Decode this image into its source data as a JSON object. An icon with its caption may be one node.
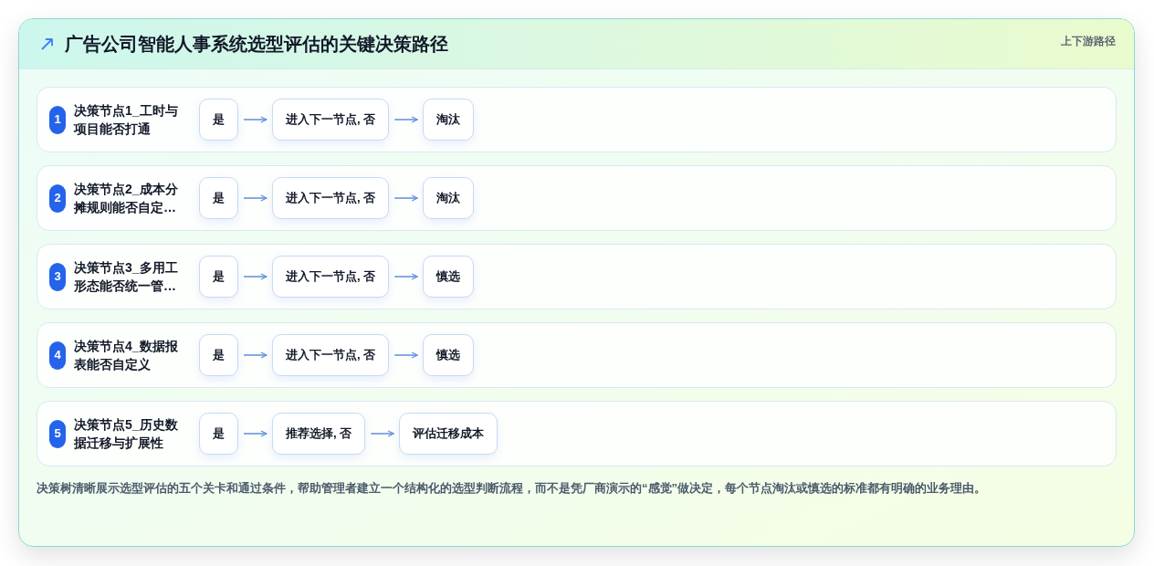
{
  "diagram": {
    "title": "广告公司智能人事系统选型评估的关键决策路径",
    "caption": "决策树清晰展示选型评估的五个关卡和通过条件，帮助管理者建立一个结构化的选型判断流程，而不是凭厂商演示的“感觉”做决定，每个节点淘汰或慎选的标准都有明确的业务理由。",
    "nodes": [
      {
        "text": [
          "决策节点1_工时与项目能否打通"
        ]
      },
      {
        "text": [
          "1"
        ],
        "in": 0
      },
      {
        "text": [
          "是"
        ],
        "in": 0
      },
      {
        "text": [
          "进入下一节点, 否"
        ],
        "in": 0
      },
      {
        "text": [
          "淘汰"
        ],
        "in": 0
      },
      {
        "text": [
          "决策节点2_成本分摊规则能否自定…"
        ]
      },
      {
        "text": [
          "2"
        ],
        "in": 5
      },
      {
        "text": [
          "是"
        ],
        "in": 5
      },
      {
        "text": [
          "进入下一节点, 否"
        ],
        "in": 5
      },
      {
        "text": [
          "淘汰"
        ],
        "in": 5
      },
      {
        "text": [
          "决策节点3_多用工形态能否统一管…"
        ]
      },
      {
        "text": [
          "3"
        ],
        "in": 10
      },
      {
        "text": [
          "是"
        ],
        "in": 10
      },
      {
        "text": [
          "进入下一节点, 否"
        ],
        "in": 10
      },
      {
        "text": [
          "慎选"
        ],
        "in": 10
      },
      {
        "text": [
          "决策节点4_数据报表能否自定义"
        ]
      },
      {
        "text": [
          "4"
        ],
        "in": 15
      },
      {
        "text": [
          "是"
        ],
        "in": 15
      },
      {
        "text": [
          "进入下一节点, 否"
        ],
        "in": 15
      },
      {
        "text": [
          "慎选"
        ],
        "in": 15
      },
      {
        "text": [
          "决策节点5_历史数据迁移与扩展性"
        ]
      },
      {
        "text": [
          "5"
        ],
        "in": 20
      },
      {
        "text": [
          "是"
        ],
        "in": 20
      },
      {
        "text": [
          "推荐选择, 否"
        ],
        "in": 20
      },
      {
        "text": [
          "评估迁移成本"
        ],
        "in": 20
      }
    ],
    "edges": [
      {
        "from": 2,
        "to": 3,
        "arrow": "to"
      },
      {
        "from": 3,
        "to": 4,
        "arrow": "to"
      },
      {
        "from": 7,
        "to": 8,
        "arrow": "to"
      },
      {
        "from": 8,
        "to": 9,
        "arrow": "to"
      },
      {
        "from": 12,
        "to": 13,
        "arrow": "to"
      },
      {
        "from": 13,
        "to": 14,
        "arrow": "to"
      },
      {
        "from": 17,
        "to": 18,
        "arrow": "to"
      },
      {
        "from": 18,
        "to": 19,
        "arrow": "to"
      },
      {
        "from": 22,
        "to": 23,
        "arrow": "to"
      },
      {
        "from": 23,
        "to": 24,
        "arrow": "to"
      }
    ],
    "labels": [
      "上下游路径"
    ]
  }
}
